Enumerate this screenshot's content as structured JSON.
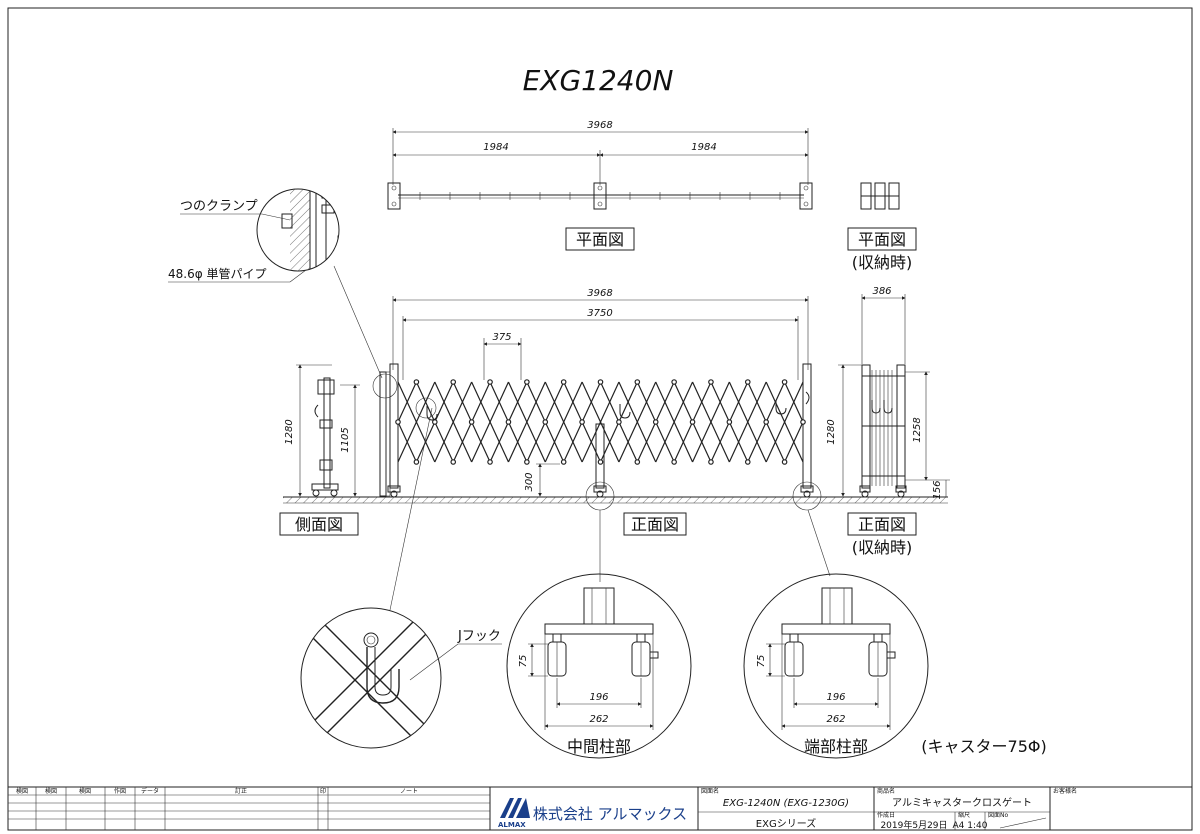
{
  "title": "EXG1240N",
  "plan_view": {
    "label": "平面図",
    "dim_total": "3968",
    "dim_left": "1984",
    "dim_right": "1984"
  },
  "plan_view_stored": {
    "label": "平面図",
    "sublabel": "(収納時)"
  },
  "callouts": {
    "clamp": "つのクランプ",
    "pipe": "48.6φ 単管パイプ",
    "jhook": "Jフック"
  },
  "front_view": {
    "label": "正面図",
    "dim_total": "3968",
    "dim_inner": "3750",
    "dim_pitch": "375",
    "dim_height_mid": "300"
  },
  "side_view": {
    "label": "側面図",
    "dim_height": "1280",
    "dim_height_inner": "1105"
  },
  "front_view_stored": {
    "label": "正面図",
    "sublabel": "(収納時)",
    "dim_width": "386",
    "dim_height": "1280",
    "dim_height_inner": "1258",
    "dim_base": "156"
  },
  "detail_middle": {
    "label": "中間柱部",
    "dim_h": "75",
    "dim_inner": "196",
    "dim_outer": "262"
  },
  "detail_end": {
    "label": "端部柱部",
    "dim_h": "75",
    "dim_inner": "196",
    "dim_outer": "262"
  },
  "caster_note": "(キャスター75Φ)",
  "title_block": {
    "headers": [
      "検図",
      "検図",
      "検図",
      "作図",
      "データ",
      "訂正",
      "印",
      "ノート"
    ],
    "company": "株式会社 アルマックス",
    "logo_text": "ALMAX",
    "drawing_name_label": "図面名",
    "drawing_name": "EXG-1240N (EXG-1230G)",
    "series": "EXGシリーズ",
    "product_label": "商品名",
    "product_name": "アルミキャスタークロスゲート",
    "date_label": "作成日",
    "date": "2019年5月29日",
    "scale_label": "縮尺",
    "scale": "A4 1:40",
    "drawing_no_label": "図面No",
    "customer_label": "お客様名"
  }
}
